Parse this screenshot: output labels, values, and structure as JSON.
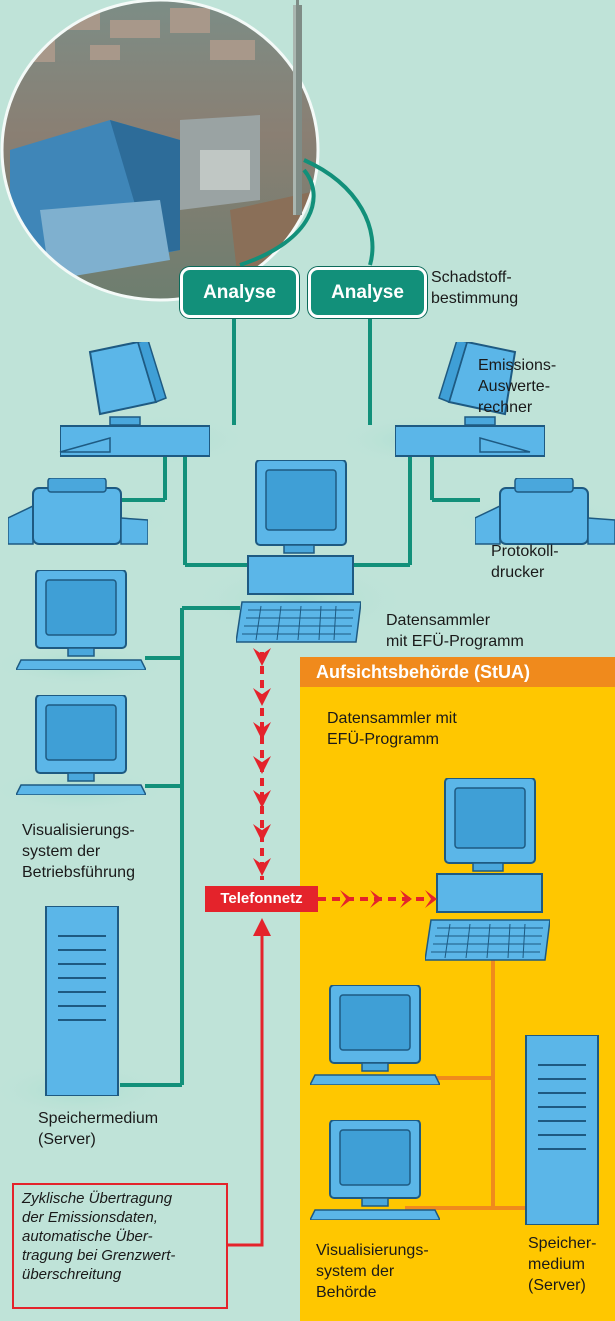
{
  "analysis_boxes": [
    "Analyse",
    "Analyse"
  ],
  "labels": {
    "pollutant": [
      "Schadstoff-",
      "bestimmung"
    ],
    "emission_computer": [
      "Emissions-",
      "Auswerte-",
      "rechner"
    ],
    "log_printer": [
      "Protokoll-",
      "drucker"
    ],
    "data_collector": [
      "Datensammler",
      "mit EFÜ-Programm"
    ],
    "visualization_ops": [
      "Visualisierungs-",
      "system der",
      "Betriebsführung"
    ],
    "storage_ops": [
      "Speichermedium",
      "(Server)"
    ],
    "authority_collector": [
      "Datensammler mit",
      "EFÜ-Programm"
    ],
    "visualization_authority": [
      "Visualisierungs-",
      "system der",
      "Behörde"
    ],
    "storage_authority": [
      "Speicher-",
      "medium",
      "(Server)"
    ]
  },
  "authority_header": "Aufsichtsbehörde (StUA)",
  "telefonnetz": "Telefonnetz",
  "note": [
    "Zyklische Übertragung",
    "der Emissionsdaten,",
    "automatische Über-",
    "tragung bei Grenzwert-",
    "überschreitung"
  ],
  "colors": {
    "background": "#bfe3d8",
    "network_line": "#12907a",
    "authority_panel": "#ffc700",
    "authority_header": "#f08a1c",
    "authority_line": "#f08a1c",
    "alert_red": "#e4232b",
    "device_blue": "#5bb6e8"
  }
}
